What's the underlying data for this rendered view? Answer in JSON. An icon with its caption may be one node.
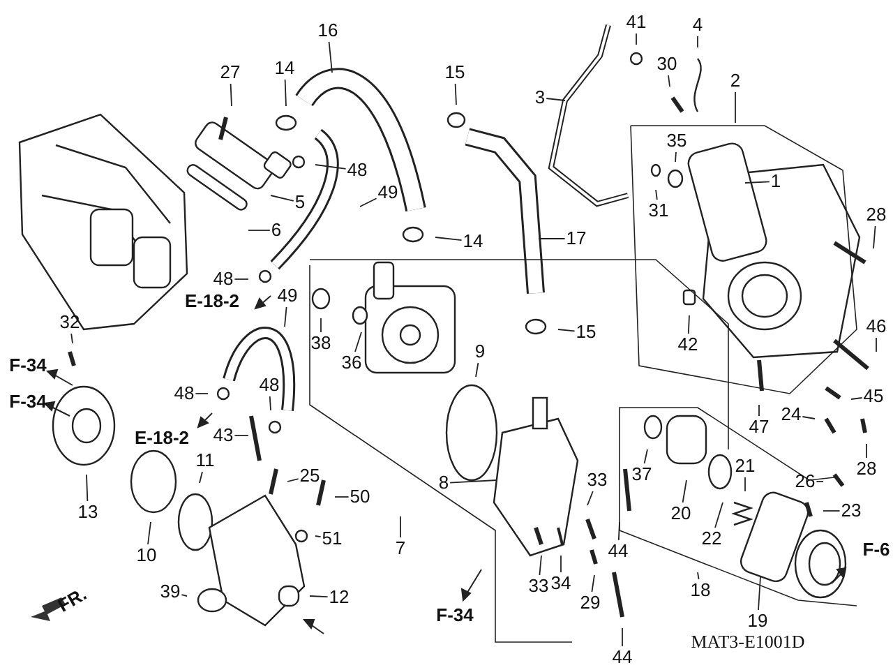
{
  "diagram": {
    "nodes": [
      {
        "text": [
          "16"
        ]
      },
      {
        "text": [
          "27"
        ]
      },
      {
        "text": [
          "14"
        ]
      },
      {
        "text": [
          "15"
        ]
      },
      {
        "text": [
          "3"
        ]
      },
      {
        "text": [
          "41"
        ]
      },
      {
        "text": [
          "30"
        ]
      },
      {
        "text": [
          "4"
        ]
      },
      {
        "text": [
          "2"
        ]
      },
      {
        "text": [
          "35"
        ]
      },
      {
        "text": [
          "1"
        ]
      },
      {
        "text": [
          "31"
        ]
      },
      {
        "text": [
          "28"
        ]
      },
      {
        "text": [
          "48"
        ]
      },
      {
        "text": [
          "5"
        ]
      },
      {
        "text": [
          "49"
        ]
      },
      {
        "text": [
          "6"
        ]
      },
      {
        "text": [
          "14"
        ]
      },
      {
        "text": [
          "17"
        ]
      },
      {
        "text": [
          "48"
        ]
      },
      {
        "text": [
          "49"
        ]
      },
      {
        "text": [
          "38"
        ]
      },
      {
        "text": [
          "36"
        ]
      },
      {
        "text": [
          "9"
        ]
      },
      {
        "text": [
          "15"
        ]
      },
      {
        "text": [
          "42"
        ]
      },
      {
        "text": [
          "46"
        ]
      },
      {
        "text": [
          "32"
        ]
      },
      {
        "text": [
          "48"
        ]
      },
      {
        "text": [
          "48"
        ]
      },
      {
        "text": [
          "43"
        ]
      },
      {
        "text": [
          "11"
        ]
      },
      {
        "text": [
          "25"
        ]
      },
      {
        "text": [
          "24"
        ]
      },
      {
        "text": [
          "45"
        ]
      },
      {
        "text": [
          "47"
        ]
      },
      {
        "text": [
          "50"
        ]
      },
      {
        "text": [
          "8"
        ]
      },
      {
        "text": [
          "33"
        ]
      },
      {
        "text": [
          "37"
        ]
      },
      {
        "text": [
          "20"
        ]
      },
      {
        "text": [
          "21"
        ]
      },
      {
        "text": [
          "26"
        ]
      },
      {
        "text": [
          "28"
        ]
      },
      {
        "text": [
          "23"
        ]
      },
      {
        "text": [
          "13"
        ]
      },
      {
        "text": [
          "10"
        ]
      },
      {
        "text": [
          "51"
        ]
      },
      {
        "text": [
          "7"
        ]
      },
      {
        "text": [
          "22"
        ]
      },
      {
        "text": [
          "44"
        ]
      },
      {
        "text": [
          "33"
        ]
      },
      {
        "text": [
          "34"
        ]
      },
      {
        "text": [
          "29"
        ]
      },
      {
        "text": [
          "12"
        ]
      },
      {
        "text": [
          "18"
        ]
      },
      {
        "text": [
          "19"
        ]
      },
      {
        "text": [
          "39"
        ]
      },
      {
        "text": [
          "44"
        ]
      }
    ],
    "edges": [
      {
        "from": 0,
        "to": null,
        "arrow": "none"
      },
      {
        "from": 1,
        "to": null,
        "arrow": "none"
      },
      {
        "from": 2,
        "to": null,
        "arrow": "none"
      },
      {
        "from": 3,
        "to": null,
        "arrow": "none"
      },
      {
        "from": 4,
        "to": null,
        "arrow": "none"
      },
      {
        "from": 5,
        "to": null,
        "arrow": "none"
      },
      {
        "from": 6,
        "to": null,
        "arrow": "none"
      },
      {
        "from": 7,
        "to": null,
        "arrow": "none"
      },
      {
        "from": 8,
        "to": null,
        "arrow": "none"
      },
      {
        "from": 9,
        "to": null,
        "arrow": "none"
      },
      {
        "from": 10,
        "to": null,
        "arrow": "none"
      },
      {
        "from": 11,
        "to": null,
        "arrow": "none"
      },
      {
        "from": 12,
        "to": null,
        "arrow": "none"
      },
      {
        "from": 13,
        "to": null,
        "arrow": "none"
      },
      {
        "from": 14,
        "to": null,
        "arrow": "none"
      },
      {
        "from": 15,
        "to": null,
        "arrow": "none"
      },
      {
        "from": 16,
        "to": null,
        "arrow": "none"
      },
      {
        "from": 17,
        "to": null,
        "arrow": "none"
      },
      {
        "from": 18,
        "to": null,
        "arrow": "none"
      },
      {
        "from": 19,
        "to": null,
        "arrow": "none"
      },
      {
        "from": 20,
        "to": null,
        "arrow": "none"
      },
      {
        "from": 21,
        "to": null,
        "arrow": "none"
      },
      {
        "from": 22,
        "to": null,
        "arrow": "none"
      },
      {
        "from": 23,
        "to": null,
        "arrow": "none"
      },
      {
        "from": 24,
        "to": null,
        "arrow": "none"
      },
      {
        "from": 25,
        "to": null,
        "arrow": "none"
      },
      {
        "from": 26,
        "to": null,
        "arrow": "none"
      },
      {
        "from": 27,
        "to": null,
        "arrow": "none"
      },
      {
        "from": 28,
        "to": null,
        "arrow": "none"
      },
      {
        "from": 29,
        "to": null,
        "arrow": "none"
      },
      {
        "from": 30,
        "to": null,
        "arrow": "none"
      },
      {
        "from": 31,
        "to": null,
        "arrow": "none"
      },
      {
        "from": 32,
        "to": null,
        "arrow": "none"
      },
      {
        "from": 33,
        "to": null,
        "arrow": "none"
      },
      {
        "from": 34,
        "to": null,
        "arrow": "none"
      },
      {
        "from": 35,
        "to": null,
        "arrow": "none"
      },
      {
        "from": 36,
        "to": null,
        "arrow": "none"
      },
      {
        "from": 37,
        "to": null,
        "arrow": "none"
      },
      {
        "from": 38,
        "to": null,
        "arrow": "none"
      },
      {
        "from": 39,
        "to": null,
        "arrow": "none"
      },
      {
        "from": 40,
        "to": null,
        "arrow": "none"
      },
      {
        "from": 41,
        "to": null,
        "arrow": "none"
      },
      {
        "from": 42,
        "to": null,
        "arrow": "none"
      },
      {
        "from": 43,
        "to": null,
        "arrow": "none"
      },
      {
        "from": 44,
        "to": null,
        "arrow": "none"
      },
      {
        "from": 45,
        "to": null,
        "arrow": "none"
      },
      {
        "from": 46,
        "to": null,
        "arrow": "none"
      },
      {
        "from": 47,
        "to": null,
        "arrow": "none"
      },
      {
        "from": 48,
        "to": null,
        "arrow": "none"
      },
      {
        "from": 49,
        "to": null,
        "arrow": "none"
      },
      {
        "from": 50,
        "to": null,
        "arrow": "none"
      },
      {
        "from": 51,
        "to": null,
        "arrow": "none"
      },
      {
        "from": 52,
        "to": null,
        "arrow": "none"
      },
      {
        "from": 53,
        "to": null,
        "arrow": "none"
      },
      {
        "from": 54,
        "to": null,
        "arrow": "none"
      },
      {
        "from": 55,
        "to": null,
        "arrow": "none"
      },
      {
        "from": 56,
        "to": null,
        "arrow": "none"
      },
      {
        "from": 57,
        "to": null,
        "arrow": "none"
      },
      {
        "from": 58,
        "to": null,
        "arrow": "none"
      }
    ],
    "labels": [
      "E-18-2",
      "F-34",
      "F-34",
      "E-18-2",
      "F-6",
      "FR.",
      "F-34",
      "MAT3-E1001D"
    ]
  }
}
